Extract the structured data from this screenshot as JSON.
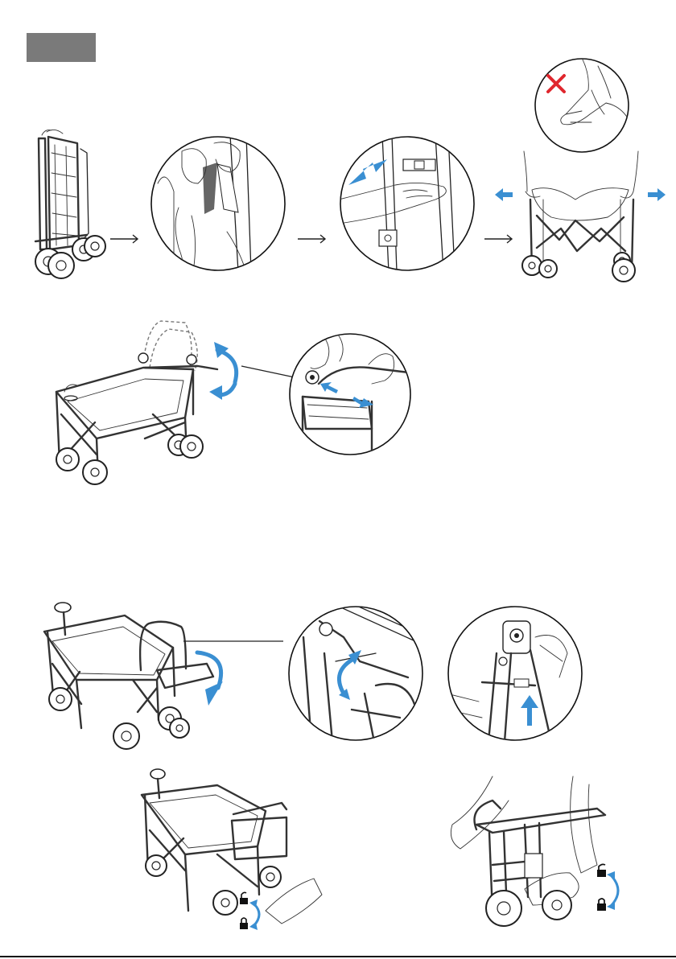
{
  "page": {
    "step_badge": "",
    "colors": {
      "accent": "#3a8fd2",
      "badge": "#7a7a7a",
      "warning": "#e0262d",
      "line": "#222222"
    }
  },
  "sections": {
    "unfold": {
      "steps": [
        "folded-wagon",
        "release-strap-detail",
        "pull-handle-detail",
        "pull-frame-apart"
      ],
      "warning_icon": "x-icon"
    },
    "handle": {
      "steps": [
        "wagon-raise-handle",
        "handle-button-detail"
      ]
    },
    "tailgate": {
      "steps": [
        "wagon-rear-handle",
        "hinge-rotate-detail",
        "lock-push-up-detail"
      ]
    },
    "brakes": {
      "steps": [
        "wagon-basket-brake",
        "brake-pedal-detail"
      ],
      "icons": [
        "unlock-icon",
        "lock-icon"
      ]
    }
  }
}
